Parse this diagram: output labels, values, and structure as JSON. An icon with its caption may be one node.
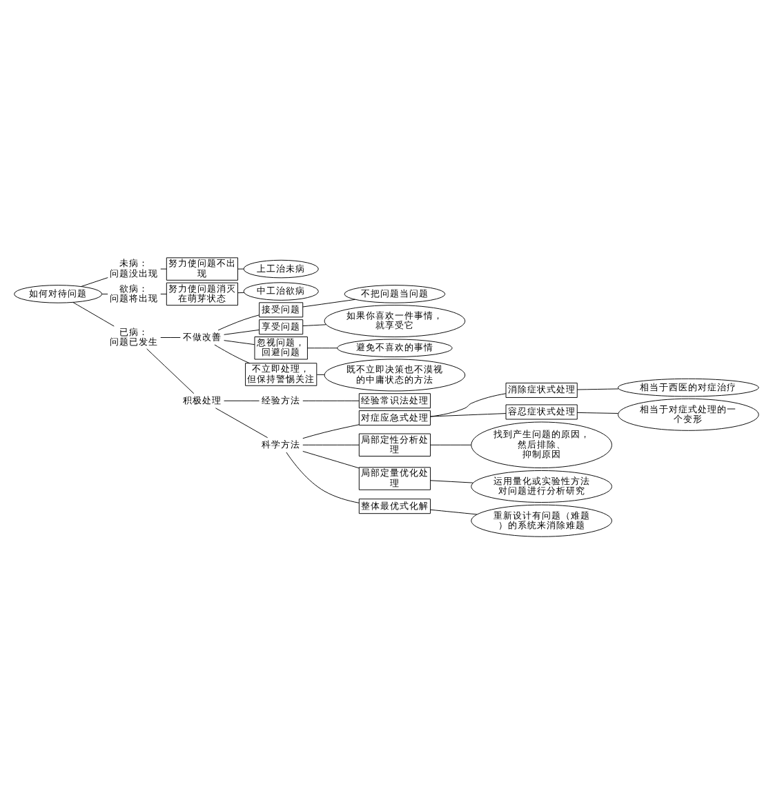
{
  "diagram": {
    "nodes": [
      {
        "text": [
          "如何对待问题"
        ]
      },
      {
        "text": [
          "未病：问题没出现"
        ]
      },
      {
        "text": [
          "努力使问题不出现"
        ]
      },
      {
        "text": [
          "上工治未病"
        ]
      },
      {
        "text": [
          "欲病：问题将出现"
        ]
      },
      {
        "text": [
          "努力使问题消灭在萌芽状态"
        ]
      },
      {
        "text": [
          "中工治欲病"
        ]
      },
      {
        "text": [
          "已病：问题已发生"
        ]
      },
      {
        "text": [
          "不做改善"
        ]
      },
      {
        "text": [
          "接受问题"
        ]
      },
      {
        "text": [
          "不把问题当问题"
        ]
      },
      {
        "text": [
          "享受问题"
        ]
      },
      {
        "text": [
          "如果你喜欢一件事情，就享受它"
        ]
      },
      {
        "text": [
          "忽视问题，回避问题"
        ]
      },
      {
        "text": [
          "避免不喜欢的事情"
        ]
      },
      {
        "text": [
          "不立即处理，但保持警惕关注"
        ]
      },
      {
        "text": [
          "既不立即决策也不漠视的中庸状态的方法"
        ]
      },
      {
        "text": [
          "积极处理"
        ]
      },
      {
        "text": [
          "经验方法"
        ]
      },
      {
        "text": [
          "经验常识法处理"
        ]
      },
      {
        "text": [
          "科学方法"
        ]
      },
      {
        "text": [
          "对症应急式处理"
        ]
      },
      {
        "text": [
          "消除症状式处理"
        ]
      },
      {
        "text": [
          "相当于西医的对症治疗"
        ]
      },
      {
        "text": [
          "容忍症状式处理"
        ]
      },
      {
        "text": [
          "相当于对症式处理的一个变形"
        ]
      },
      {
        "text": [
          "局部定性分析处理"
        ]
      },
      {
        "text": [
          "找到产生问题的原因，然后排除、抑制原因"
        ]
      },
      {
        "text": [
          "局部定量优化处理"
        ]
      },
      {
        "text": [
          "运用量化或实验性方法对问题进行分析研究"
        ]
      },
      {
        "text": [
          "整体最优式化解"
        ]
      },
      {
        "text": [
          "重新设计有问题（难题）的系统来消除难题"
        ]
      }
    ],
    "edges": [
      {
        "from": 0,
        "to": 1,
        "arrow": "none"
      },
      {
        "from": 1,
        "to": 2,
        "arrow": "none"
      },
      {
        "from": 2,
        "to": 3,
        "arrow": "none"
      },
      {
        "from": 0,
        "to": 4,
        "arrow": "none"
      },
      {
        "from": 4,
        "to": 5,
        "arrow": "none"
      },
      {
        "from": 5,
        "to": 6,
        "arrow": "none"
      },
      {
        "from": 0,
        "to": 7,
        "arrow": "none"
      },
      {
        "from": 7,
        "to": 8,
        "arrow": "none"
      },
      {
        "from": 8,
        "to": 9,
        "arrow": "none"
      },
      {
        "from": 9,
        "to": 10,
        "arrow": "none"
      },
      {
        "from": 8,
        "to": 11,
        "arrow": "none"
      },
      {
        "from": 11,
        "to": 12,
        "arrow": "none"
      },
      {
        "from": 8,
        "to": 13,
        "arrow": "none"
      },
      {
        "from": 13,
        "to": 14,
        "arrow": "none"
      },
      {
        "from": 8,
        "to": 15,
        "arrow": "none"
      },
      {
        "from": 15,
        "to": 16,
        "arrow": "none"
      },
      {
        "from": 7,
        "to": 17,
        "arrow": "none"
      },
      {
        "from": 17,
        "to": 18,
        "arrow": "none"
      },
      {
        "from": 18,
        "to": 19,
        "arrow": "none"
      },
      {
        "from": 17,
        "to": 20,
        "arrow": "none"
      },
      {
        "from": 20,
        "to": 21,
        "arrow": "none"
      },
      {
        "from": 21,
        "to": 22,
        "arrow": "none"
      },
      {
        "from": 22,
        "to": 23,
        "arrow": "none"
      },
      {
        "from": 21,
        "to": 24,
        "arrow": "none"
      },
      {
        "from": 24,
        "to": 25,
        "arrow": "none"
      },
      {
        "from": 20,
        "to": 26,
        "arrow": "none"
      },
      {
        "from": 26,
        "to": 27,
        "arrow": "none"
      },
      {
        "from": 20,
        "to": 28,
        "arrow": "none"
      },
      {
        "from": 28,
        "to": 29,
        "arrow": "none"
      },
      {
        "from": 20,
        "to": 30,
        "arrow": "none"
      },
      {
        "from": 30,
        "to": 31,
        "arrow": "none"
      }
    ]
  }
}
